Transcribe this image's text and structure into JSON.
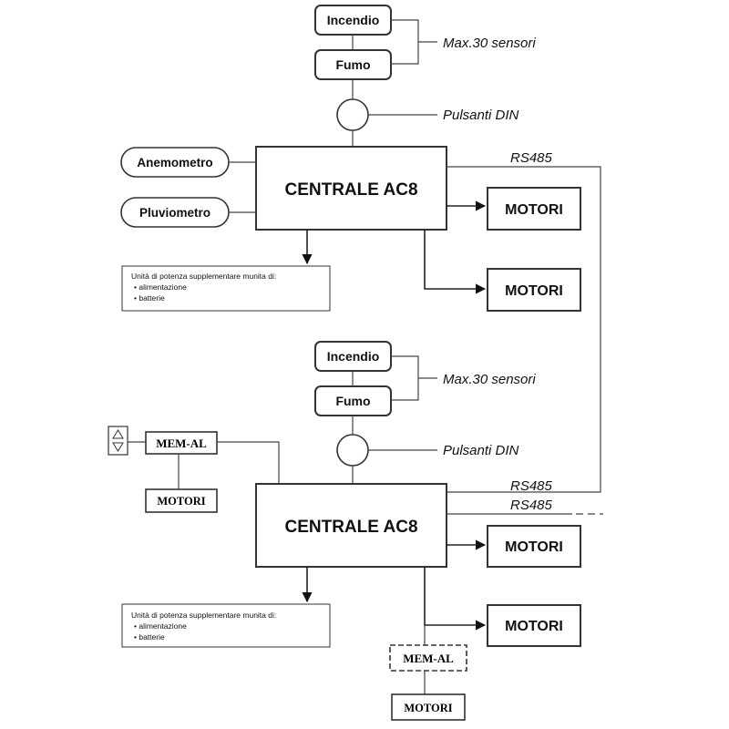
{
  "upper": {
    "sensor1": "Incendio",
    "sensor2": "Fumo",
    "sensors_note": "Max.30 sensori",
    "buttons_note": "Pulsanti DIN",
    "anemometer": "Anemometro",
    "rain_gauge": "Pluviometro",
    "central": "CENTRALE AC8",
    "rs485": "RS485",
    "motor1": "MOTORI",
    "motor2": "MOTORI",
    "power_unit": {
      "title": "Unità di potenza supplementare munita di:",
      "items": [
        "alimentazione",
        "batterie"
      ]
    }
  },
  "lower": {
    "sensor1": "Incendio",
    "sensor2": "Fumo",
    "sensors_note": "Max.30 sensori",
    "buttons_note": "Pulsanti DIN",
    "central": "CENTRALE AC8",
    "rs485_in": "RS485",
    "rs485_out": "RS485",
    "motor1": "MOTORI",
    "motor2": "MOTORI",
    "memal_left": "MEM-AL",
    "memal_left_motors": "MOTORI",
    "memal_bottom": "MEM-AL",
    "memal_bottom_motors": "MOTORI",
    "power_unit": {
      "title": "Unità di potenza supplementare munita di:",
      "items": [
        "alimentazione",
        "batterie"
      ]
    }
  }
}
